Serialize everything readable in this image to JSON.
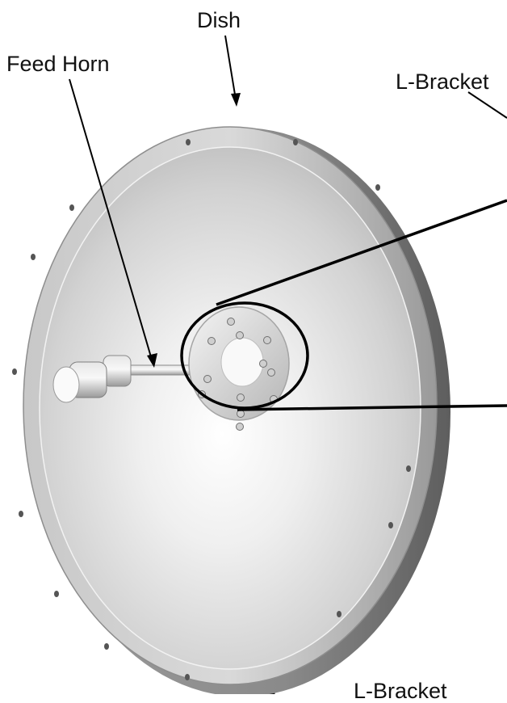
{
  "labels": {
    "dish": "Dish",
    "feed_horn": "Feed Horn",
    "l_bracket_top": "L-Bracket",
    "l_bracket_bottom": "L-Bracket"
  },
  "colors": {
    "dish_face": "#dcdcdc",
    "dish_rim": "#b9b9b9",
    "dish_edge": "#8f8f8f",
    "pole": "#151515",
    "leader_line": "#000000",
    "callout_circle": "#000000"
  }
}
